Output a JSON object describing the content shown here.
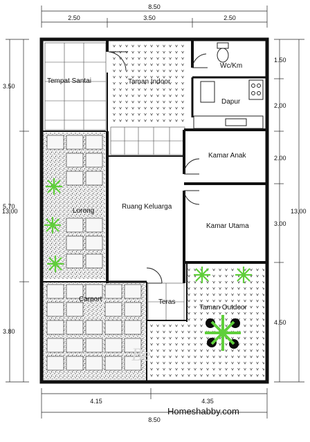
{
  "dimensions": {
    "top_total": "8.50",
    "top_segments": [
      "2.50",
      "3.50",
      "2.50"
    ],
    "bottom_segments": [
      "4.15",
      "4.35"
    ],
    "bottom_total": "8.50",
    "left_total": "13,00",
    "left_segments": [
      "3.50",
      "5.70",
      "3.80"
    ],
    "right_total": "13,00",
    "right_segments": [
      "1.50",
      "2,00",
      "2.00",
      "3.00",
      "4.50"
    ]
  },
  "rooms": {
    "tempat_santai": "Tempat Santai",
    "taman_indoor": "Taman Indoor",
    "wc_km": "Wc/Km",
    "dapur": "Dapur",
    "kamar_anak": "Kamar Anak",
    "lorong": "Lorong",
    "ruang_keluarga": "Ruang Keluarga",
    "kamar_utama": "Kamar Utama",
    "teras": "Teras",
    "taman_outdoor": "Taman Outdoor",
    "carport": "Carport"
  },
  "brand": "Homeshabby.com",
  "watermark": "Be",
  "colors": {
    "wall": "#111111",
    "plant_green": "#5fcf3a",
    "plant_dark": "#0a0a0a",
    "line": "#222222"
  }
}
